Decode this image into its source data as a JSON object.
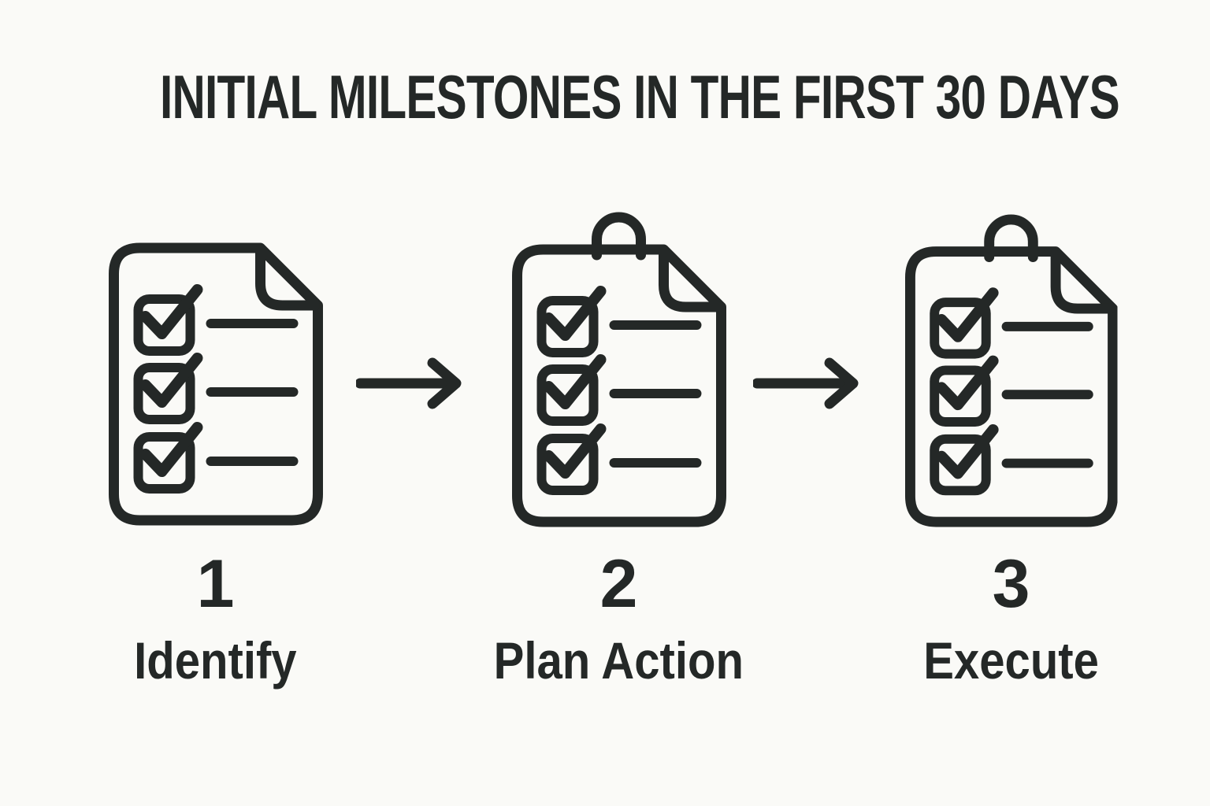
{
  "title": "INITIAL MILESTONES IN THE FIRST 30 DAYS",
  "colors": {
    "background": "#fafaf7",
    "ink": "#242827"
  },
  "steps": [
    {
      "number": "1",
      "label": "Identify",
      "icon": "checklist-document-icon"
    },
    {
      "number": "2",
      "label": "Plan Action",
      "icon": "clipboard-checklist-icon"
    },
    {
      "number": "3",
      "label": "Execute",
      "icon": "clipboard-checklist-icon"
    }
  ],
  "connectors": [
    {
      "icon": "right-arrow-icon"
    },
    {
      "icon": "right-arrow-icon"
    }
  ]
}
